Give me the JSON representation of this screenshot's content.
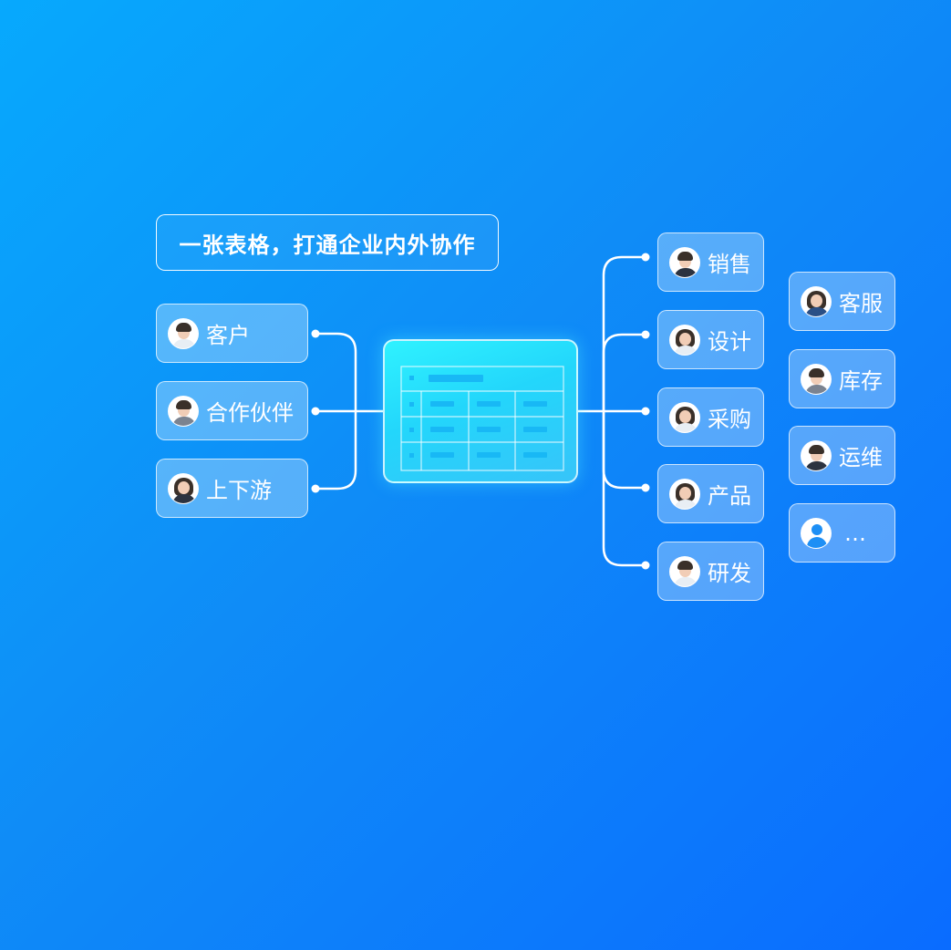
{
  "title": "一张表格，打通企业内外协作",
  "left_nodes": [
    {
      "label": "客户",
      "avatar": "man-suit-avatar"
    },
    {
      "label": "合作伙伴",
      "avatar": "man-suit-avatar"
    },
    {
      "label": "上下游",
      "avatar": "woman-avatar"
    }
  ],
  "center": {
    "icon": "spreadsheet-icon"
  },
  "right_nodes": [
    {
      "label": "销售",
      "avatar": "man-suit-avatar"
    },
    {
      "label": "设计",
      "avatar": "woman-avatar"
    },
    {
      "label": "采购",
      "avatar": "woman-avatar"
    },
    {
      "label": "产品",
      "avatar": "woman-avatar"
    },
    {
      "label": "研发",
      "avatar": "man-avatar"
    }
  ],
  "far_right_nodes": [
    {
      "label": "客服",
      "avatar": "woman-avatar"
    },
    {
      "label": "库存",
      "avatar": "man-avatar"
    },
    {
      "label": "运维",
      "avatar": "man-avatar"
    },
    {
      "label": "…",
      "avatar": "user-placeholder-icon"
    }
  ],
  "colors": {
    "background_start": "#07a9fd",
    "background_end": "#0a6cff",
    "table_card": "#2ff2ff",
    "table_bar": "#18b8f5",
    "generic_user_icon": "#1d8ff5"
  }
}
